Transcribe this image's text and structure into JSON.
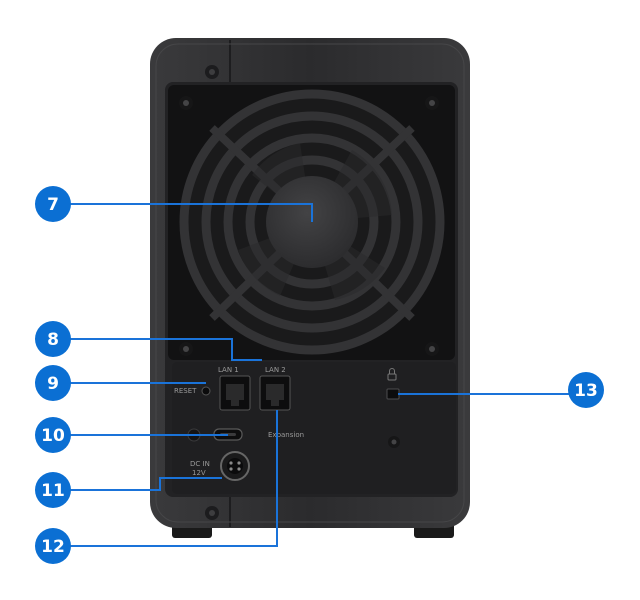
{
  "device": {
    "port_labels": {
      "lan1": "LAN 1",
      "lan2": "LAN 2",
      "reset": "RESET",
      "power": "DC IN\n12V",
      "expansion": "Expansion"
    }
  },
  "callouts": [
    {
      "id": "7",
      "label": "7",
      "target": "fan"
    },
    {
      "id": "8",
      "label": "8",
      "target": "lan-port-1"
    },
    {
      "id": "9",
      "label": "9",
      "target": "reset-button"
    },
    {
      "id": "10",
      "label": "10",
      "target": "usb-port"
    },
    {
      "id": "11",
      "label": "11",
      "target": "power-port"
    },
    {
      "id": "12",
      "label": "12",
      "target": "lan-port-2"
    },
    {
      "id": "13",
      "label": "13",
      "target": "kensington-slot"
    }
  ],
  "colors": {
    "callout_fill": "#0b6fd3",
    "callout_line": "#1a73d9",
    "chassis": "#2e2e30",
    "panel": "#1e1e20"
  }
}
